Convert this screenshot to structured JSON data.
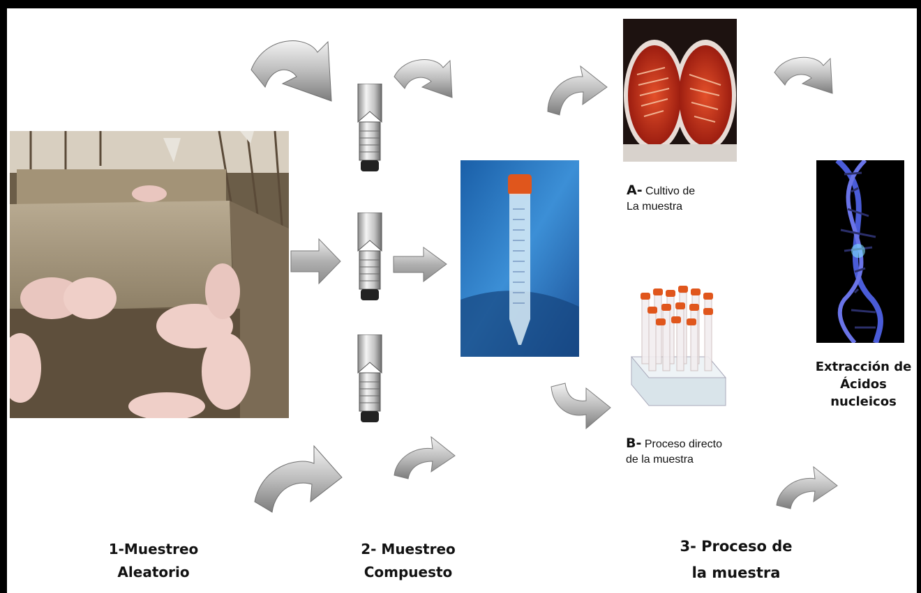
{
  "stages": {
    "stage1": {
      "line1": "1-Muestreo",
      "line2": "Aleatorio"
    },
    "stage2": {
      "line1": "2- Muestreo",
      "line2": "Compuesto"
    },
    "stage3": {
      "line1": "3- Proceso de",
      "line2": "la muestra"
    }
  },
  "branch_a": {
    "prefix": "A-",
    "line1": "Cultivo de",
    "line2": "La muestra"
  },
  "branch_b": {
    "prefix": "B-",
    "line1": "Proceso directo",
    "line2": "de la muestra"
  },
  "final": {
    "line1": "Extracción de",
    "line2": "Ácidos",
    "line3": "nucleicos"
  },
  "colors": {
    "arrow_light": "#e8e8e8",
    "arrow_dark": "#8a8a8a",
    "cap_orange": "#e0561c",
    "agar_red": "#c8321c",
    "dna_blue": "#4a5cd8"
  }
}
